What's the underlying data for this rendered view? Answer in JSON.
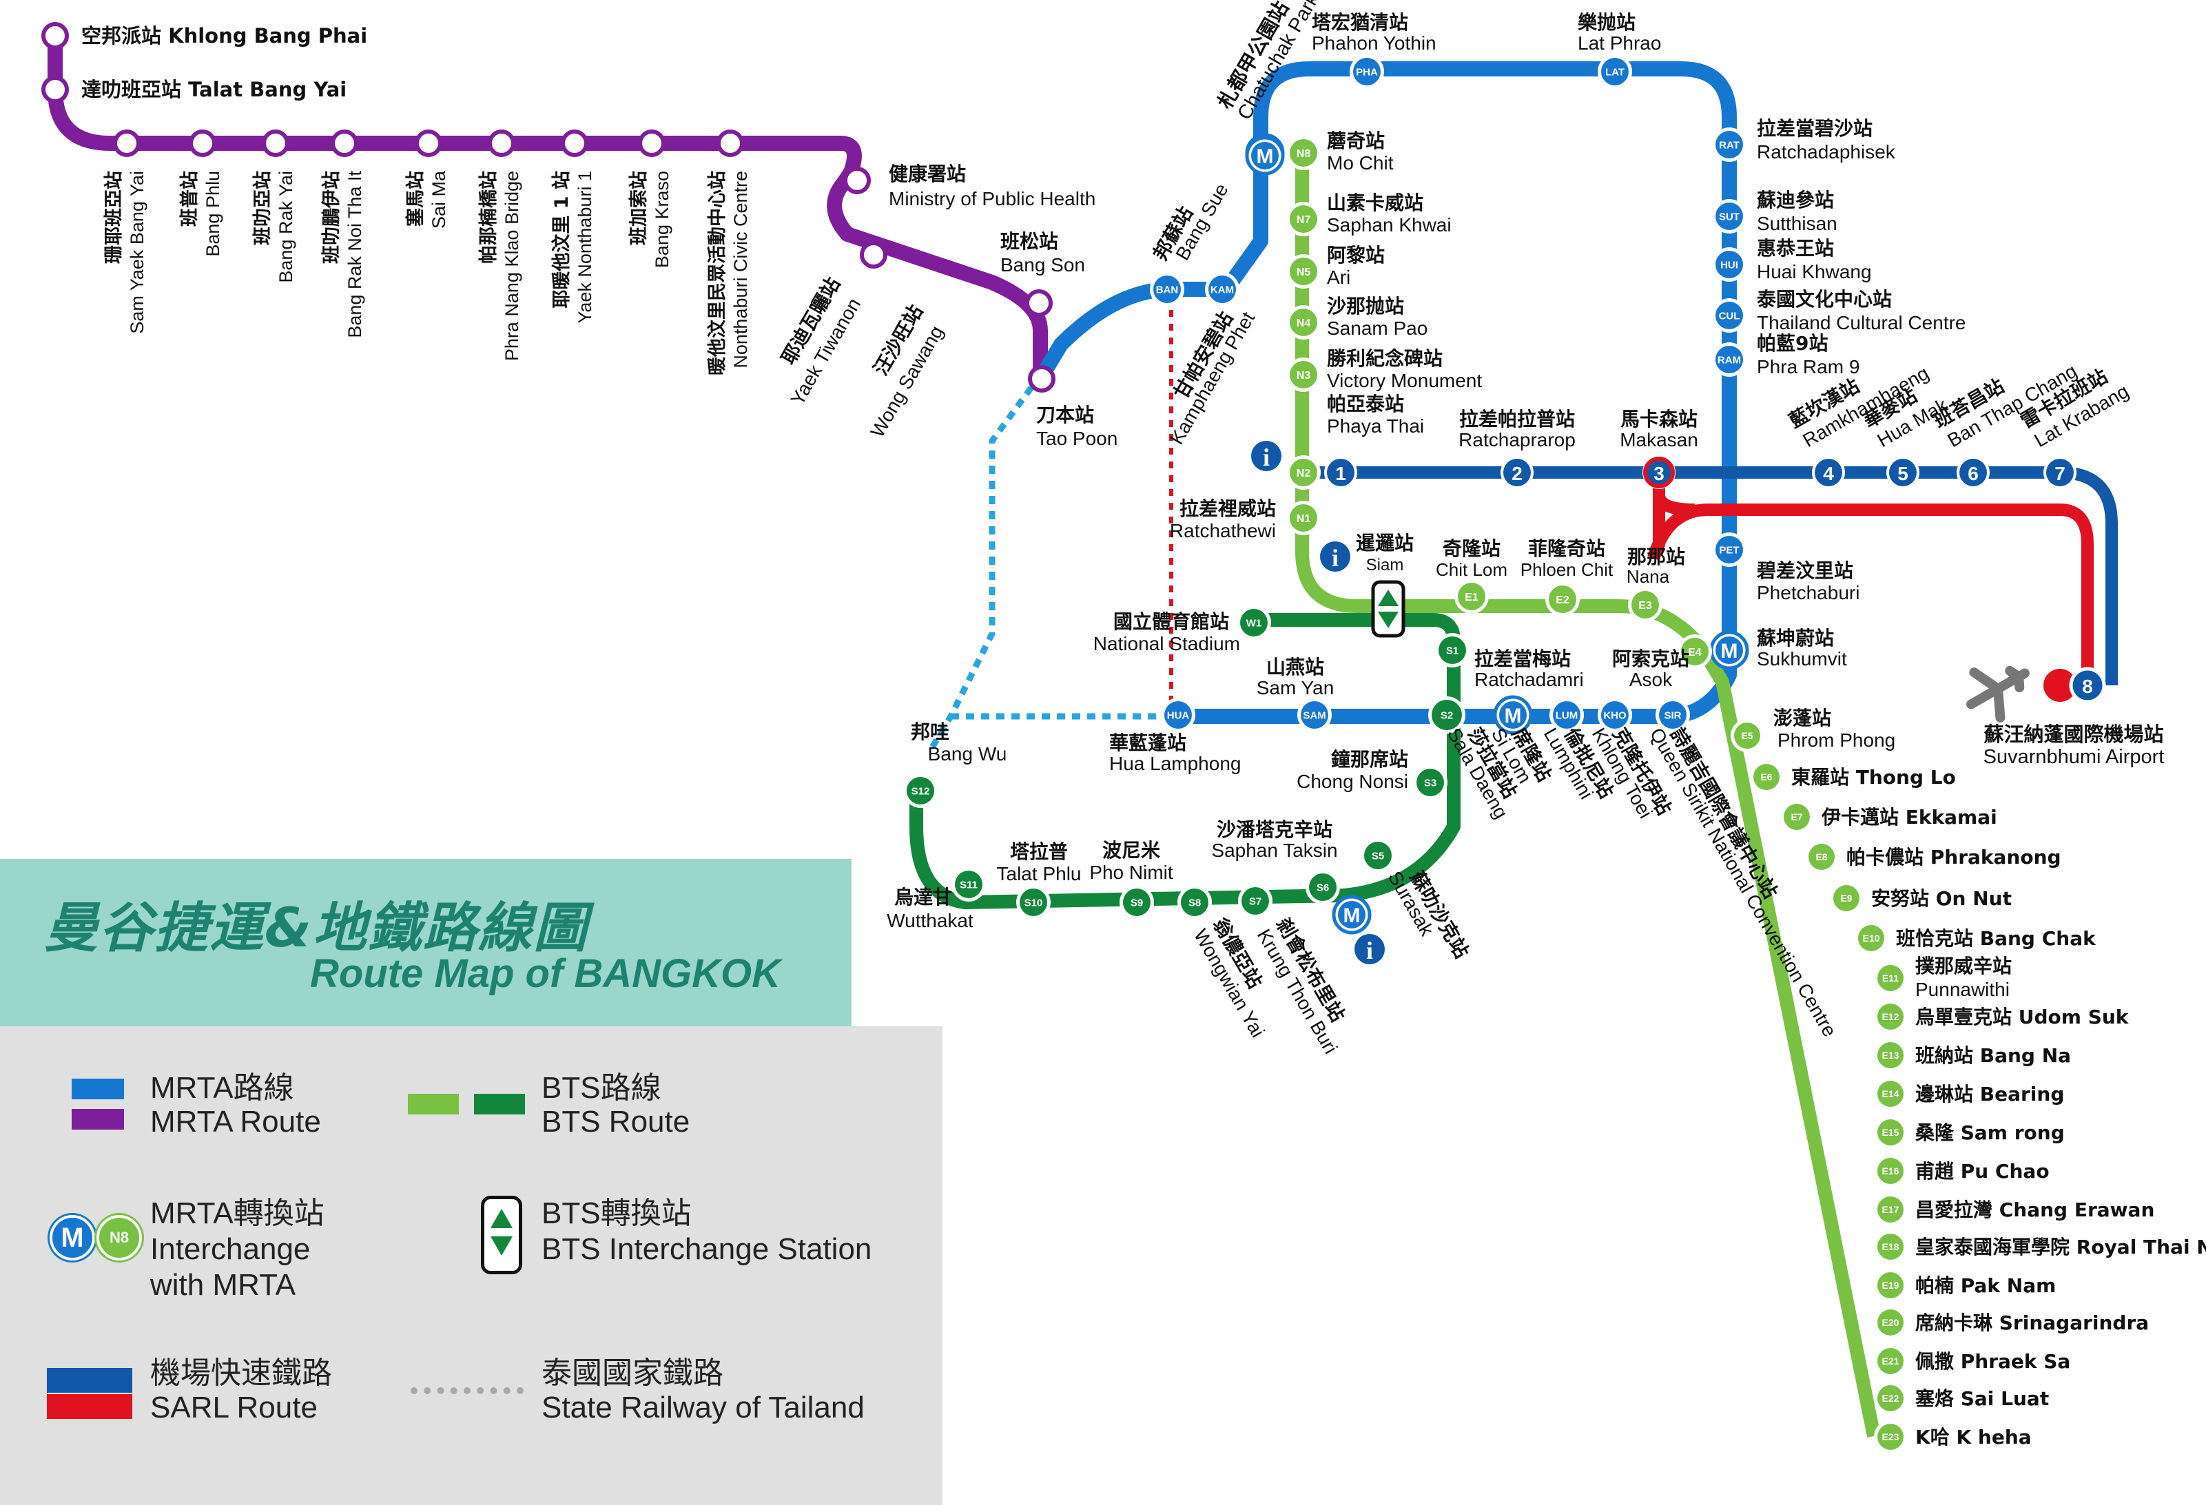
{
  "title": {
    "zh": "曼谷捷運&地鐵路線圖",
    "en": "Route Map of BANGKOK"
  },
  "colors": {
    "mrt_blue": "#1677d0",
    "mrt_purple": "#7e1e9a",
    "bts_light": "#78c142",
    "bts_dark": "#12873c",
    "arl_blue": "#1258a8",
    "arl_red": "#e0121f",
    "railway": "#2aa4df",
    "railway_red": "#e0121f"
  },
  "legend": {
    "mrt_route": {
      "zh": "MRTA路線",
      "en": "MRTA Route"
    },
    "bts_route": {
      "zh": "BTS路線",
      "en": "BTS Route"
    },
    "mrt_interchange": {
      "zh": "MRTA轉換站",
      "en1": "Interchange",
      "en2": "with MRTA",
      "icon_m": "M",
      "icon_code": "N8"
    },
    "bts_interchange": {
      "zh": "BTS轉換站",
      "en": "BTS Interchange Station"
    },
    "sarl": {
      "zh": "機場快速鐵路",
      "en": "SARL Route"
    },
    "railway": {
      "zh": "泰國國家鐵路",
      "en": "State Railway of Tailand"
    }
  },
  "purple_stations": [
    {
      "zh": "空邦派站",
      "en": "Khlong Bang Phai"
    },
    {
      "zh": "達叻班亞站",
      "en": "Talat Bang Yai"
    },
    {
      "zh": "珊耶班亞站",
      "en": "Sam Yaek Bang Yai"
    },
    {
      "zh": "班普站",
      "en": "Bang Phlu"
    },
    {
      "zh": "班叻亞站",
      "en": "Bang Rak Yai"
    },
    {
      "zh": "班叻鵬伊站",
      "en": "Bang Rak Noi Tha It"
    },
    {
      "zh": "塞馬站",
      "en": "Sai Ma"
    },
    {
      "zh": "帕那楠橋站",
      "en": "Phra Nang Klao Bridge"
    },
    {
      "zh": "耶暖他汶里 1 站",
      "en": "Yaek Nonthaburi 1"
    },
    {
      "zh": "班加索站",
      "en": "Bang Kraso"
    },
    {
      "zh": "暖他汶里民眾活動中心站",
      "en": "Nonthaburi Civic Centre"
    },
    {
      "zh": "健康署站",
      "en": "Ministry of Public Health"
    },
    {
      "zh": "耶迪瓦曬站",
      "en": "Yaek Tiwanon"
    },
    {
      "zh": "汪沙旺站",
      "en": "Wong Sawang"
    },
    {
      "zh": "班松站",
      "en": "Bang Son"
    },
    {
      "zh": "刀本站",
      "en": "Tao Poon"
    }
  ],
  "blue_stations": [
    {
      "zh": "邦蘇站",
      "en": "Bang Sue",
      "code": "BAN"
    },
    {
      "zh": "甘帕安碧站",
      "en": "Kamphaeng Phet",
      "code": "KAM"
    },
    {
      "zh": "札都甲公園站",
      "en": "Chatuchak Park"
    },
    {
      "zh": "塔宏猶清站",
      "en": "Phahon Yothin",
      "code": "PHA"
    },
    {
      "zh": "樂抛站",
      "en": "Lat Phrao",
      "code": "LAT"
    },
    {
      "zh": "拉差當碧沙站",
      "en": "Ratchadaphisek",
      "code": "RAT"
    },
    {
      "zh": "蘇迪參站",
      "en": "Sutthisan",
      "code": "SUT"
    },
    {
      "zh": "惠恭王站",
      "en": "Huai Khwang",
      "code": "HUI"
    },
    {
      "zh": "泰國文化中心站",
      "en": "Thailand Cultural Centre",
      "code": "CUL"
    },
    {
      "zh": "帕藍9站",
      "en": "Phra Ram 9",
      "code": "RAM"
    },
    {
      "zh": "碧差汶里站",
      "en": "Phetchaburi",
      "code": "PET"
    },
    {
      "zh": "蘇坤蔚站",
      "en": "Sukhumvit"
    },
    {
      "zh": "詩麗吉國際會議中心站",
      "en": "Queen Sirikit National Convention Centre",
      "code": "SIR"
    },
    {
      "zh": "克隆托伊站",
      "en": "Khlong Toei",
      "code": "KHO"
    },
    {
      "zh": "倫批尼站",
      "en": "Lumphini",
      "code": "LUM"
    },
    {
      "zh": "席隆站",
      "en": "Si Lom"
    },
    {
      "zh": "山燕站",
      "en": "Sam Yan",
      "code": "SAM"
    },
    {
      "zh": "華藍蓬站",
      "en": "Hua Lamphong",
      "code": "HUA"
    }
  ],
  "bts_light_stations": [
    {
      "zh": "蘑奇站",
      "en": "Mo Chit",
      "code": "N8"
    },
    {
      "zh": "山素卡威站",
      "en": "Saphan Khwai",
      "code": "N7"
    },
    {
      "zh": "阿黎站",
      "en": "Ari",
      "code": "N5"
    },
    {
      "zh": "沙那抛站",
      "en": "Sanam Pao",
      "code": "N4"
    },
    {
      "zh": "勝利紀念碑站",
      "en": "Victory Monument",
      "code": "N3"
    },
    {
      "zh": "帕亞泰站",
      "en": "Phaya Thai",
      "code": "N2"
    },
    {
      "zh": "拉差裡威站",
      "en": "Ratchathewi",
      "code": "N1"
    },
    {
      "zh": "暹邏站",
      "en": "Siam"
    },
    {
      "zh": "奇隆站",
      "en": "Chit Lom",
      "code": "E1"
    },
    {
      "zh": "菲隆奇站",
      "en": "Phloen Chit",
      "code": "E2"
    },
    {
      "zh": "那那站",
      "en": "Nana",
      "code": "E3"
    },
    {
      "zh": "阿索克站",
      "en": "Asok",
      "code": "E4"
    },
    {
      "zh": "澎蓬站",
      "en": "Phrom Phong",
      "code": "E5"
    },
    {
      "zh": "東羅站",
      "en": "Thong Lo",
      "code": "E6"
    },
    {
      "zh": "伊卡邁站",
      "en": "Ekkamai",
      "code": "E7"
    },
    {
      "zh": "帕卡儂站",
      "en": "Phrakanong",
      "code": "E8"
    },
    {
      "zh": "安努站",
      "en": "On Nut",
      "code": "E9"
    },
    {
      "zh": "班恰克站",
      "en": "Bang Chak",
      "code": "E10"
    },
    {
      "zh": "撲那威辛站",
      "en": "Punnawithi",
      "code": "E11"
    },
    {
      "zh": "烏單壹克站",
      "en": "Udom Suk",
      "code": "E12"
    },
    {
      "zh": "班納站",
      "en": "Bang Na",
      "code": "E13"
    },
    {
      "zh": "邊琳站",
      "en": "Bearing",
      "code": "E14"
    },
    {
      "zh": "桑隆",
      "en": "Sam rong",
      "code": "E15"
    },
    {
      "zh": "甫趙",
      "en": "Pu Chao",
      "code": "E16"
    },
    {
      "zh": "昌愛拉灣",
      "en": "Chang Erawan",
      "code": "E17"
    },
    {
      "zh": "皇家泰國海軍學院",
      "en": "Royal Thai Naval Academy",
      "code": "E18"
    },
    {
      "zh": "帕楠",
      "en": "Pak Nam",
      "code": "E19"
    },
    {
      "zh": "席納卡琳",
      "en": "Srinagarindra",
      "code": "E20"
    },
    {
      "zh": "佩撒",
      "en": "Phraek Sa",
      "code": "E21"
    },
    {
      "zh": "塞烙",
      "en": "Sai Luat",
      "code": "E22"
    },
    {
      "zh": "K哈",
      "en": "K heha",
      "code": "E23"
    }
  ],
  "bts_dark_stations": [
    {
      "zh": "國立體育館站",
      "en": "National Stadium",
      "code": "W1"
    },
    {
      "zh": "拉差當梅站",
      "en": "Ratchadamri",
      "code": "S1"
    },
    {
      "zh": "莎拉當站",
      "en": "Sala Daeng",
      "code": "S2"
    },
    {
      "zh": "鐘那席站",
      "en": "Chong Nonsi",
      "code": "S3"
    },
    {
      "zh": "蘇叻沙克站",
      "en": "Surasak",
      "code": "S5"
    },
    {
      "zh": "沙潘塔克辛站",
      "en": "Saphan Taksin",
      "code": "S6"
    },
    {
      "zh": "剎會松布里站",
      "en": "Krung Thon Buri",
      "code": "S7"
    },
    {
      "zh": "翁儂亞站",
      "en": "Wongwian Yai",
      "code": "S8"
    },
    {
      "zh": "波尼米",
      "en": "Pho Nimit",
      "code": "S9"
    },
    {
      "zh": "塔拉普",
      "en": "Talat Phlu",
      "code": "S10"
    },
    {
      "zh": "烏達甘",
      "en": "Wutthakat",
      "code": "S11"
    },
    {
      "zh": "邦哇",
      "en": "Bang Wu",
      "code": "S12"
    }
  ],
  "arl_stations": [
    {
      "zh": "帕亞泰站",
      "num": "1"
    },
    {
      "zh": "拉差帕拉普站",
      "en": "Ratchaprarop",
      "num": "2"
    },
    {
      "zh": "馬卡森站",
      "en": "Makasan",
      "num": "3"
    },
    {
      "zh": "藍坎漢站",
      "en": "Ramkhamhaeng",
      "num": "4"
    },
    {
      "zh": "華麥站",
      "en": "Hua Mak",
      "num": "5"
    },
    {
      "zh": "班荅昌站",
      "en": "Ban Thap Chang",
      "num": "6"
    },
    {
      "zh": "雷卡拉班站",
      "en": "Lat Krabang",
      "num": "7"
    },
    {
      "zh": "蘇汪納蓬國際機場站",
      "en": "Suvarnbhumi Airport",
      "num": "8"
    }
  ],
  "icons": {
    "mrt": "M",
    "info": "i"
  }
}
